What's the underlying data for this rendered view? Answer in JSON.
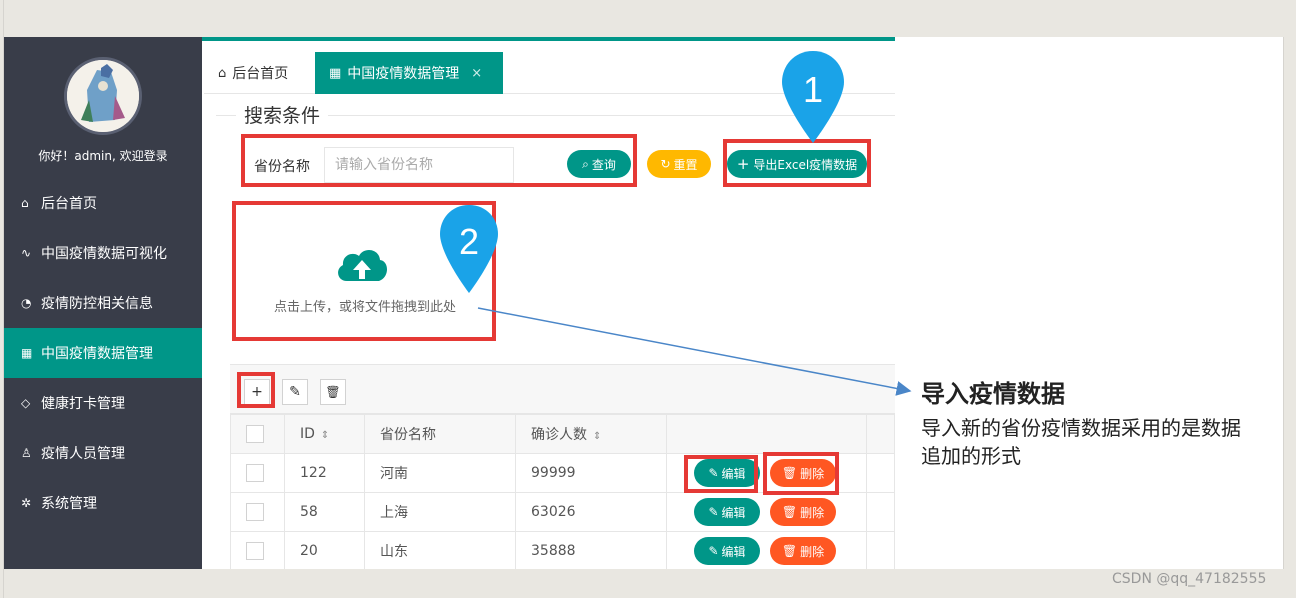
{
  "sidebar": {
    "greeting": "你好！admin, 欢迎登录",
    "items": [
      {
        "label": "后台首页",
        "icon": "home-icon",
        "glyph": "⌂"
      },
      {
        "label": "中国疫情数据可视化",
        "icon": "pulse-icon",
        "glyph": "∿"
      },
      {
        "label": "疫情防控相关信息",
        "icon": "palette-icon",
        "glyph": "◔"
      },
      {
        "label": "中国疫情数据管理",
        "icon": "grid-icon",
        "glyph": "▦"
      },
      {
        "label": "健康打卡管理",
        "icon": "shield-icon",
        "glyph": "◇"
      },
      {
        "label": "疫情人员管理",
        "icon": "user-icon",
        "glyph": "♙"
      },
      {
        "label": "系统管理",
        "icon": "gear-icon",
        "glyph": "✲"
      }
    ],
    "active_index": 3,
    "colors": {
      "bg": "#393d49",
      "active": "#009688"
    }
  },
  "tabs": [
    {
      "label": "后台首页",
      "icon": "home-icon",
      "glyph": "⌂"
    },
    {
      "label": "中国疫情数据管理",
      "icon": "grid-icon",
      "glyph": "▦",
      "close_glyph": "×"
    }
  ],
  "search": {
    "legend": "搜索条件",
    "label": "省份名称",
    "placeholder": "请输入省份名称",
    "query_btn": "查询",
    "reset_btn": "重置",
    "export_btn": "导出Excel疫情数据"
  },
  "upload": {
    "text": "点击上传，或将文件拖拽到此处",
    "icon": "cloud-upload-icon"
  },
  "toolbar": {
    "add": "+",
    "edit": "✎",
    "delete": "🗑"
  },
  "table": {
    "headers": [
      "ID",
      "省份名称",
      "确诊人数"
    ],
    "rows": [
      {
        "id": "122",
        "province": "河南",
        "confirmed": "99999"
      },
      {
        "id": "58",
        "province": "上海",
        "confirmed": "63026"
      },
      {
        "id": "20",
        "province": "山东",
        "confirmed": "35888"
      }
    ],
    "edit_label": "编辑",
    "delete_label": "删除"
  },
  "annotations": {
    "pin1": "1",
    "pin2": "2",
    "title": "导入疫情数据",
    "desc": "导入新的省份疫情数据采用的是数据追加的形式",
    "pin_color": "#1aa3e8",
    "box_color": "#e53935"
  },
  "watermark": "CSDN @qq_47182555"
}
